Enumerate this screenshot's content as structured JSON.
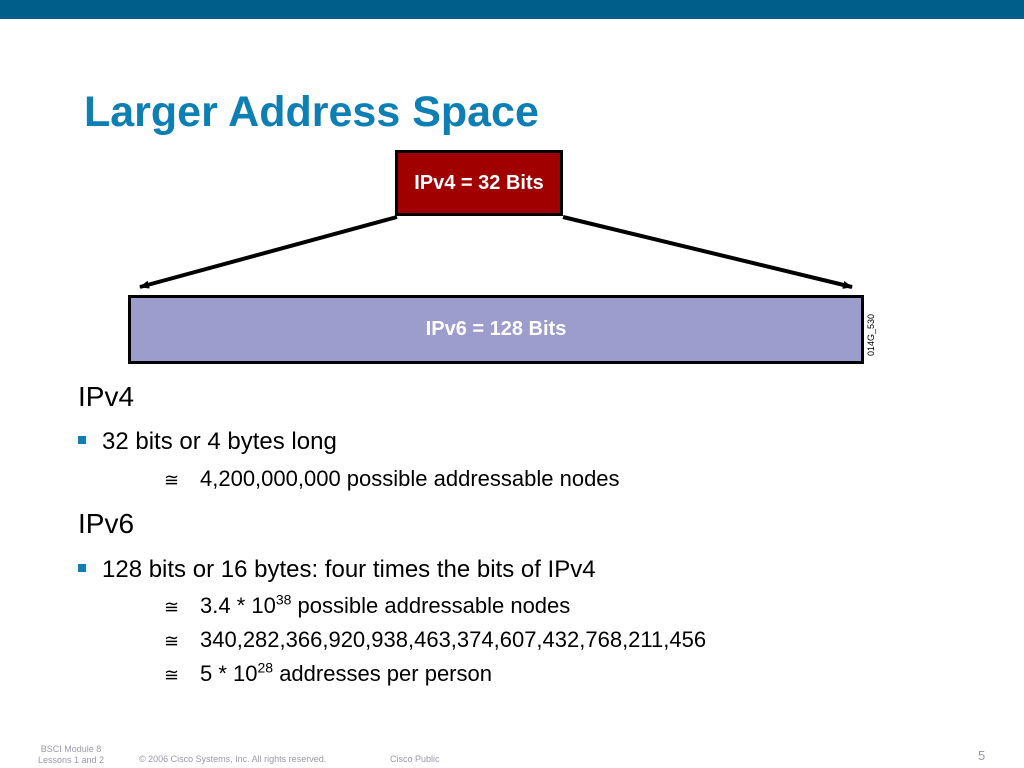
{
  "slide": {
    "title": "Larger Address Space",
    "diagram": {
      "ipv4_label": "IPv4 = 32 Bits",
      "ipv6_label": "IPv6 = 128 Bits",
      "figure_code": "014G_530"
    },
    "sections": [
      {
        "heading": "IPv4",
        "bullet": "32 bits or 4 bytes long",
        "subs": [
          {
            "marker": "≅",
            "text": "4,200,000,000 possible addressable nodes"
          }
        ]
      },
      {
        "heading": "IPv6",
        "bullet": "128 bits or 16 bytes: four times the bits of IPv4",
        "subs": [
          {
            "marker": "≅",
            "pre": "3.4 * 10",
            "sup": "38",
            "post": " possible addressable nodes"
          },
          {
            "marker": "≅",
            "text": "340,282,366,920,938,463,374,607,432,768,211,456"
          },
          {
            "marker": "≅",
            "pre": "5 * 10",
            "sup": "28",
            "post": " addresses per person"
          }
        ]
      }
    ]
  },
  "footer": {
    "module_line1": "BSCI Module 8",
    "module_line2": "Lessons 1 and 2",
    "copyright": "© 2006 Cisco Systems, Inc. All rights reserved.",
    "classification": "Cisco Public",
    "page_number": "5"
  },
  "colors": {
    "top_bar": "#005f8a",
    "title": "#0e7fb4",
    "ipv4_box": "#a00000",
    "ipv6_box": "#9c9ccd",
    "bullet": "#0e7fb4",
    "footer": "#9a9aa8"
  }
}
